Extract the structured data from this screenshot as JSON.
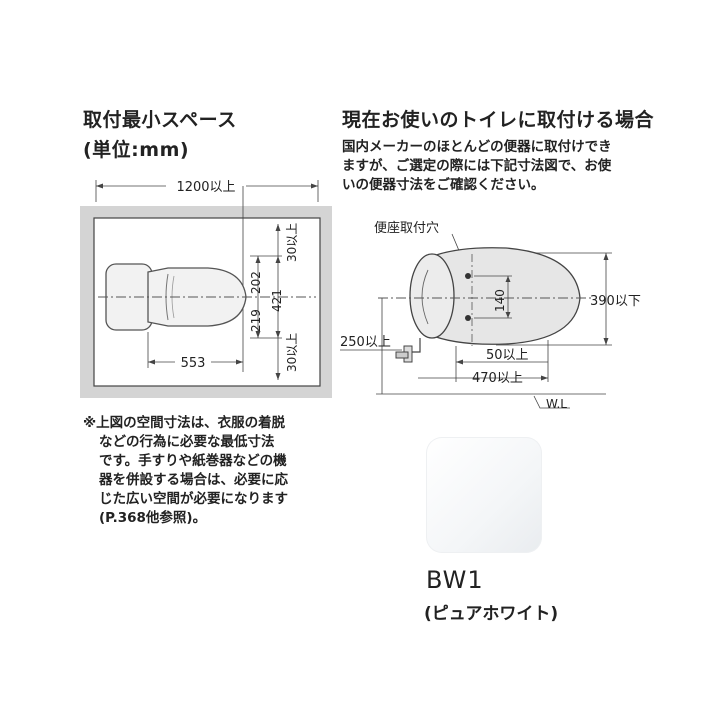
{
  "left": {
    "title": "取付最小スペース",
    "unit": "(単位:mm)",
    "dims": {
      "top": "1200以上",
      "side_top": "30以上",
      "side_bottom": "30以上",
      "length": "553",
      "w1": "219",
      "w2": "202",
      "w3": "421"
    },
    "note": [
      "※上図の空間寸法は、衣服の着脱",
      "などの行為に必要な最低寸法",
      "です。手すりや紙巻器などの機",
      "器を併設する場合は、必要に応",
      "じた広い空間が必要になります",
      "(P.368他参照)。"
    ]
  },
  "right": {
    "title": "現在お使いのトイレに取付ける場合",
    "desc": [
      "国内メーカーのほとんどの便器に取付けでき",
      "ますが、ご選定の際には下記寸法図で、お使",
      "いの便器寸法をご確認ください。"
    ],
    "dims": {
      "hole_label": "便座取付穴",
      "hole_spacing": "140",
      "width": "390以下",
      "height": "250以上",
      "d1": "50以上",
      "d2": "470以上",
      "wl": "W.L"
    }
  },
  "color": {
    "code": "BW1",
    "name": "(ピュアホワイト)",
    "swatch": "#f7f8fa"
  }
}
